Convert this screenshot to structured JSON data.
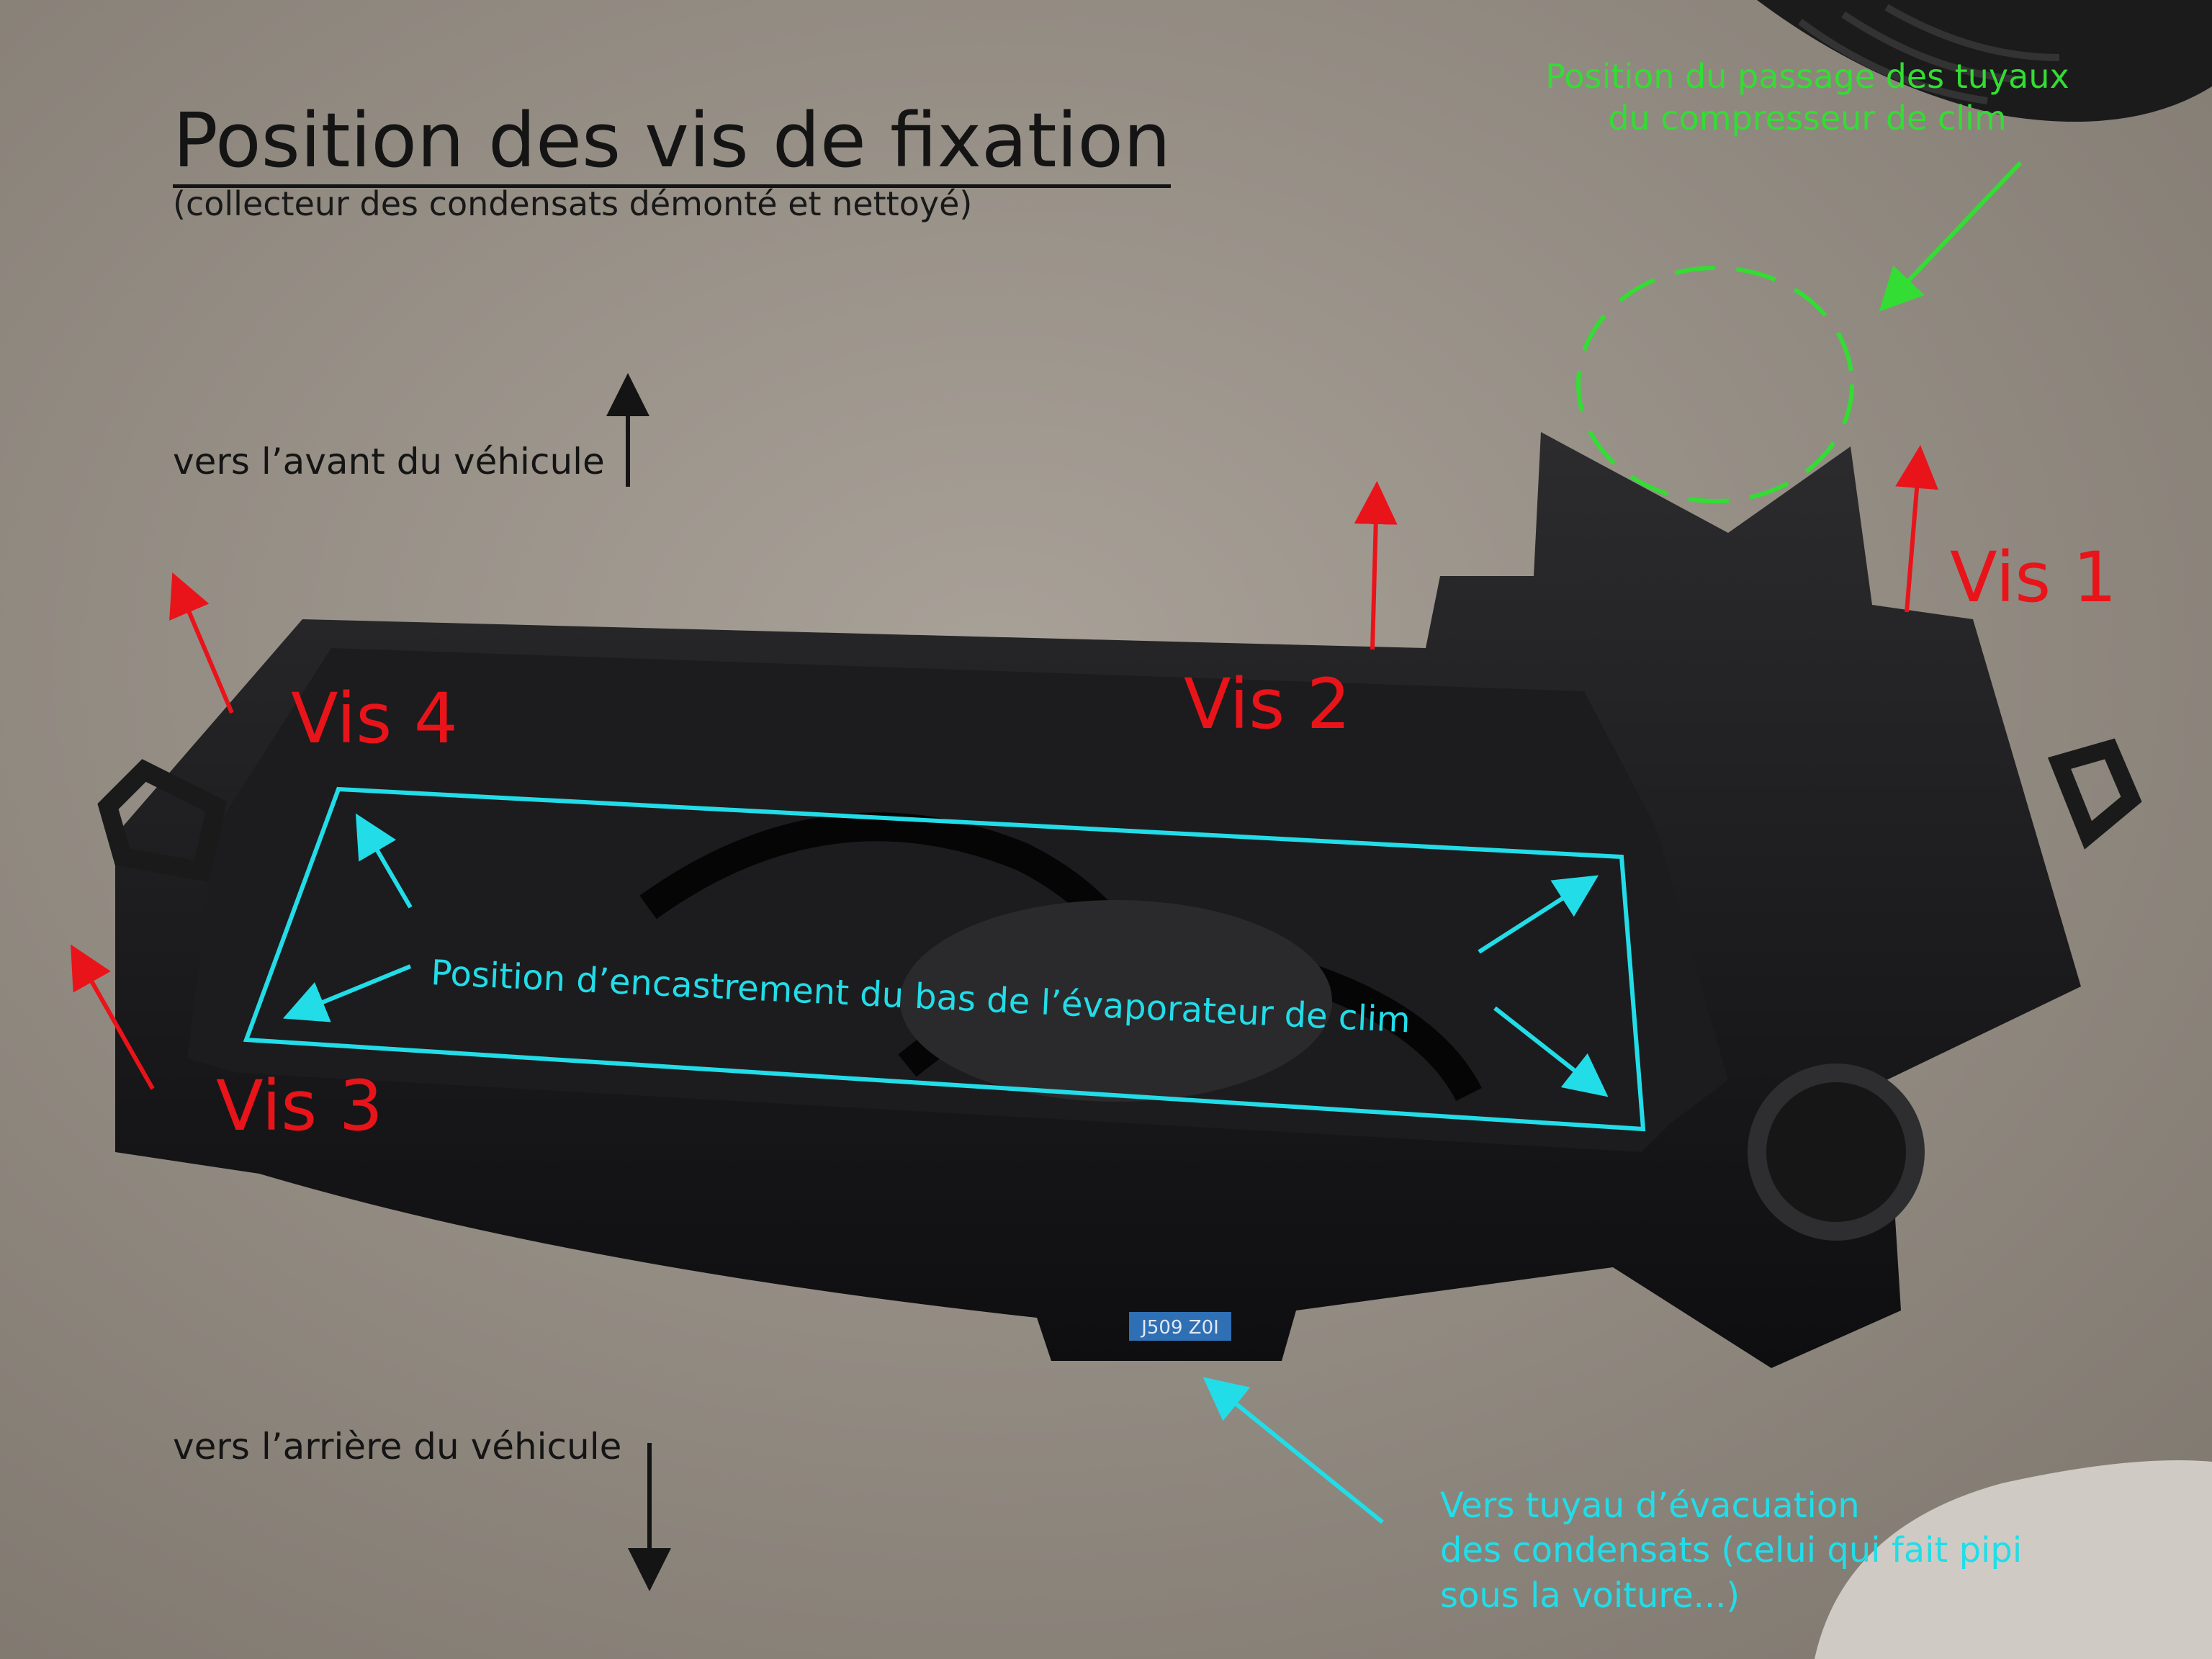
{
  "title": "Position des vis de fixation",
  "subtitle": "(collecteur des condensats démonté et nettoyé)",
  "directions": {
    "front": "vers l’avant du véhicule",
    "rear": "vers l’arrière du véhicule"
  },
  "screws": {
    "vis1": "Vis 1",
    "vis2": "Vis 2",
    "vis3": "Vis 3",
    "vis4": "Vis 4"
  },
  "annotations": {
    "compressor_pipes": [
      "Position du passage des tuyaux",
      "du compresseur de clim"
    ],
    "evaporator": "Position d’encastrement du bas de l’évaporateur de clim",
    "drain": [
      "Vers tuyau d’évacuation",
      "des condensats (celui qui fait pipi",
      "sous la voiture...)"
    ]
  },
  "part_label": "J509 Z0I",
  "colors": {
    "red": "#e8141a",
    "green": "#33dd33",
    "cyan": "#22dde8",
    "black": "#141414"
  }
}
